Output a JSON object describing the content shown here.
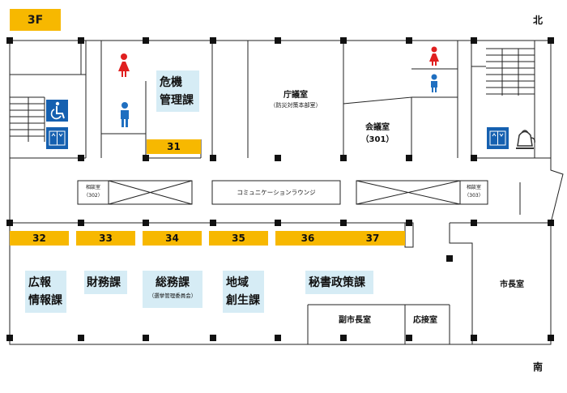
{
  "floor": "3F",
  "compass": {
    "north": "北",
    "south": "南"
  },
  "rooms": {
    "kiki_line1": "危機",
    "kiki_line2": "管理課",
    "chogishitsu": "庁議室",
    "chogishitsu_sub": "（防災対策本部室）",
    "kaigishitsu": "会議室",
    "kaigishitsu_num": "（301）",
    "soudan": "相談室",
    "soudan_302": "（302）",
    "soudan_303": "（303）",
    "lounge": "コミュニケーションラウンジ",
    "koho_line1": "広報",
    "koho_line2": "情報課",
    "zaimu": "財務課",
    "somu": "総務課",
    "somu_sub": "（選挙管理委員会）",
    "chiiki_line1": "地域",
    "chiiki_line2": "創生課",
    "hisho": "秘書政策課",
    "fukushicho": "副市長室",
    "osetsu": "応接室",
    "shicho": "市長室"
  },
  "numbers": {
    "n31": "31",
    "n32": "32",
    "n33": "33",
    "n34": "34",
    "n35": "35",
    "n36": "36",
    "n37": "37"
  },
  "icons": [
    "female-restroom-icon",
    "male-restroom-icon",
    "wheelchair-icon",
    "elevator-icon",
    "kettle-icon",
    "staircase-icon"
  ],
  "colors": {
    "label_accent": "#f7b800",
    "dept_box": "#d6ecf5",
    "restroom_female": "#e02020",
    "restroom_male": "#1f6fc0",
    "facility_icon": "#1560b0"
  }
}
